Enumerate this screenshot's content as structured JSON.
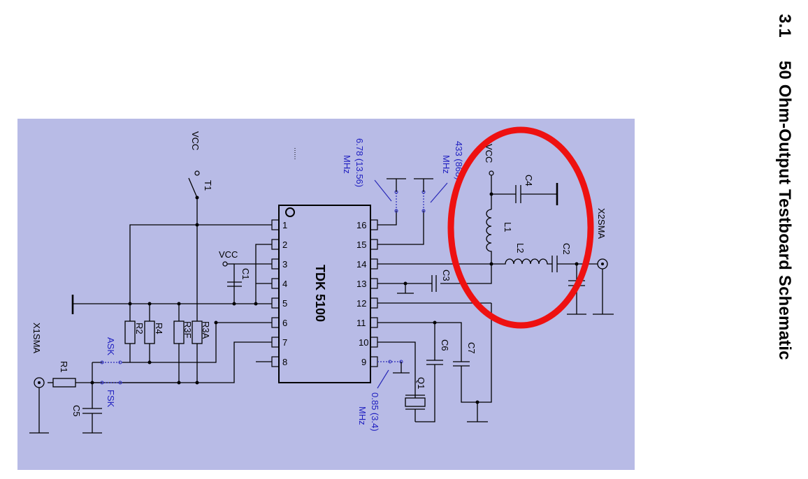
{
  "section": {
    "number": "3.1",
    "title": "50 Ohm-Output Testboard Schematic"
  },
  "schematic": {
    "background": "#b8bbe6",
    "highlight_color": "#ee1111",
    "chip_label": "TDK 5100",
    "pins_left": [
      "1",
      "2",
      "3",
      "4",
      "5",
      "6",
      "7",
      "8"
    ],
    "pins_right": [
      "16",
      "15",
      "14",
      "13",
      "12",
      "11",
      "10",
      "9"
    ],
    "components": {
      "x1": "X1SMA",
      "x2": "X2SMA",
      "r1": "R1",
      "r2": "R2",
      "r4": "R4",
      "r3f": "R3F",
      "r3a": "R3A",
      "c1": "C1",
      "c2": "C2",
      "c3": "C3",
      "c4": "C4",
      "c5": "C5",
      "c6": "C6",
      "c7": "C7",
      "l1": "L1",
      "l2": "L2",
      "q1": "Q1",
      "t1": "T1",
      "vcc_top": "VCC",
      "vcc_chip": "VCC",
      "vcc_right": "VCC"
    },
    "jumpers": {
      "ask": "ASK",
      "fsk": "FSK",
      "freq_a_line1": "6.78  (13.56)",
      "freq_a_line2": "MHz",
      "freq_b_line1": "433  (868)",
      "freq_b_line2": "MHz",
      "freq_c_line1": "0.85  (3.4)",
      "freq_c_line2": "MHz"
    }
  }
}
